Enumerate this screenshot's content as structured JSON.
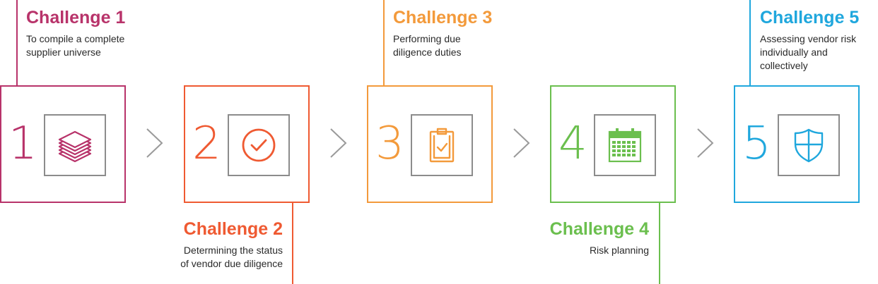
{
  "colors": {
    "c1": "#b8336a",
    "c2": "#ef5a32",
    "c3": "#f39a3b",
    "c4": "#6bbf4e",
    "c5": "#1fa7dd",
    "icon_border": "#8c8c8c",
    "arrow": "#9a9a9a"
  },
  "steps": [
    {
      "number": "1",
      "icon": "layers-stack-icon"
    },
    {
      "number": "2",
      "icon": "check-circle-icon"
    },
    {
      "number": "3",
      "icon": "clipboard-check-icon"
    },
    {
      "number": "4",
      "icon": "calendar-icon"
    },
    {
      "number": "5",
      "icon": "shield-icon"
    }
  ],
  "challenges": [
    {
      "title": "Challenge 1",
      "desc_lines": [
        "To compile a complete",
        "supplier universe"
      ]
    },
    {
      "title": "Challenge 2",
      "desc_lines": [
        "Determining the status",
        "of vendor due diligence"
      ]
    },
    {
      "title": "Challenge 3",
      "desc_lines": [
        "Performing due",
        "diligence duties"
      ]
    },
    {
      "title": "Challenge 4",
      "desc_lines": [
        "Risk planning"
      ]
    },
    {
      "title": "Challenge 5",
      "desc_lines": [
        "Assessing vendor risk",
        "individually and",
        "collectively"
      ]
    }
  ]
}
